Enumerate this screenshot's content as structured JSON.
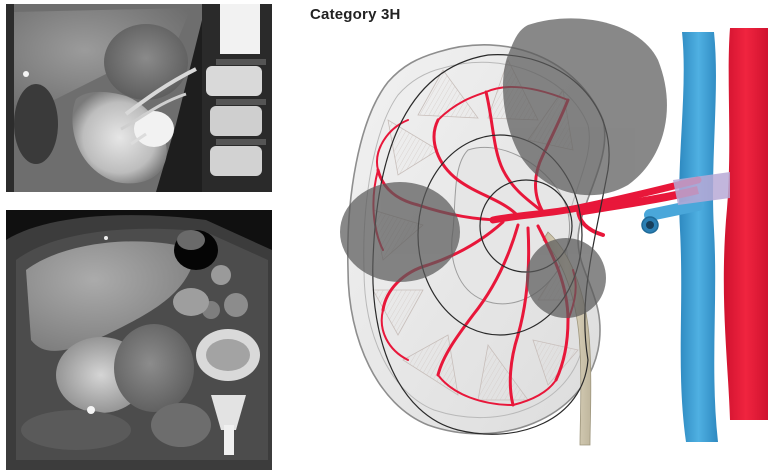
{
  "title": "Category 3H",
  "colors": {
    "artery": "#e8173a",
    "vein": "#3fa3d8",
    "tumor_overlay": "#5a5a5a",
    "kidney_capsule": "#dddddd",
    "ureter": "#cfc7b0"
  },
  "panels": [
    {
      "name": "coronal-ct-scan"
    },
    {
      "name": "axial-ct-scan"
    }
  ]
}
